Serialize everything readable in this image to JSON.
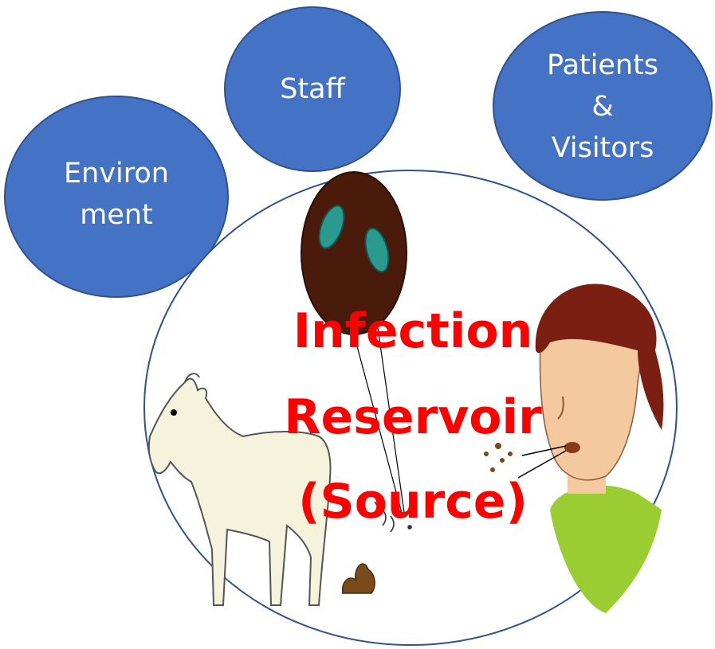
{
  "bubbles": {
    "environment": "Environ\nment",
    "staff": "Staff",
    "patients_visitors": "Patients\n&\nVisitors"
  },
  "reservoir": {
    "line1": "Infection",
    "line2": "Reservoir",
    "line3": "(Source)"
  },
  "colors": {
    "bubble_fill": "#4472c4",
    "bubble_stroke": "#2f528f",
    "reservoir_stroke": "#2f528f",
    "label_red": "#ff0000"
  },
  "icons": [
    "microbe-icon",
    "goat-icon",
    "feces-icon",
    "person-coughing-icon"
  ]
}
